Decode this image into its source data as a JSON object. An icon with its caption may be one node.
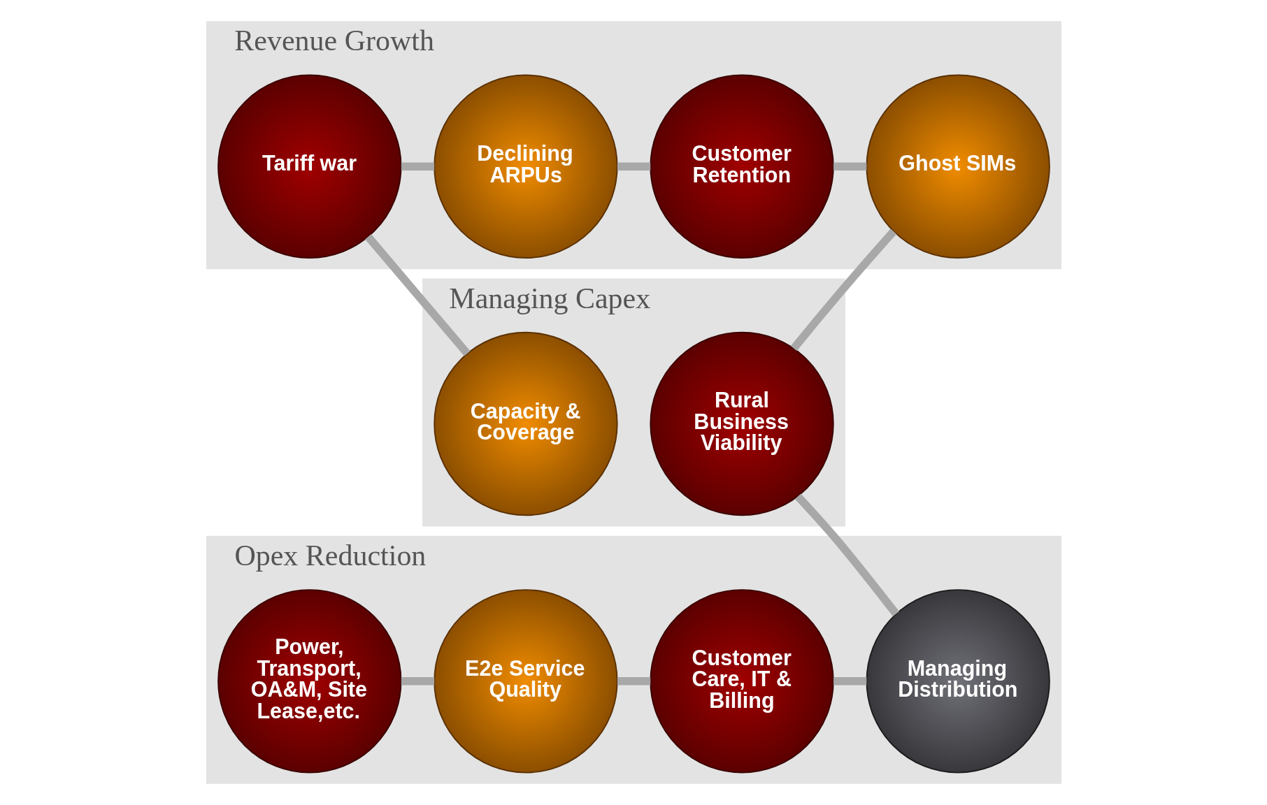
{
  "diagram": {
    "nodes": [
      {
        "text": [
          "Revenue Growth"
        ]
      },
      {
        "text": [
          "Tariff war"
        ],
        "in": 0
      },
      {
        "text": [
          "Declining ARPUs"
        ],
        "in": 0
      },
      {
        "text": [
          "Customer Retention"
        ],
        "in": 0
      },
      {
        "text": [
          "Ghost SIMs"
        ],
        "in": 0
      },
      {
        "text": [
          "Managing Capex"
        ]
      },
      {
        "text": [
          "Capacity & Coverage"
        ],
        "in": 5
      },
      {
        "text": [
          "Rural Business Viability"
        ],
        "in": 5
      },
      {
        "text": [
          "Opex Reduction"
        ]
      },
      {
        "text": [
          "Power, Transport, OA&M, Site Lease,etc."
        ],
        "in": 8
      },
      {
        "text": [
          "E2e Service Quality"
        ],
        "in": 8
      },
      {
        "text": [
          "Customer Care, IT & Billing"
        ],
        "in": 8
      },
      {
        "text": [
          "Managing Distribution"
        ],
        "in": 8
      }
    ],
    "edges": [
      {
        "from": 9,
        "to": 10,
        "arrow": "none"
      },
      {
        "from": 10,
        "to": 11,
        "arrow": "none"
      },
      {
        "from": 11,
        "to": 12,
        "arrow": "none"
      },
      {
        "from": 12,
        "to": 7,
        "arrow": "none"
      },
      {
        "from": 7,
        "to": 4,
        "arrow": "none"
      },
      {
        "from": 4,
        "to": 3,
        "arrow": "none"
      },
      {
        "from": 3,
        "to": 2,
        "arrow": "none"
      },
      {
        "from": 2,
        "to": 1,
        "arrow": "none"
      },
      {
        "from": 1,
        "to": 6,
        "arrow": "none"
      }
    ]
  }
}
